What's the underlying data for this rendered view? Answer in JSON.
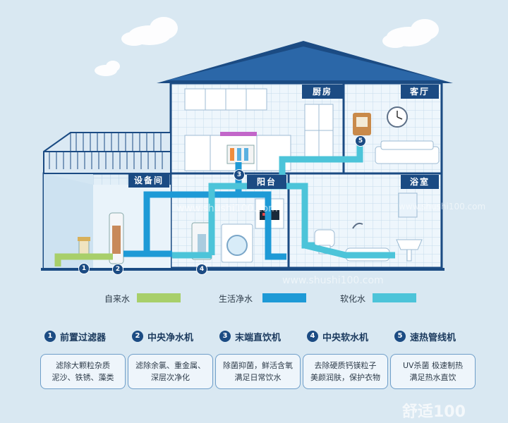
{
  "rooms": {
    "kitchen": "厨房",
    "living_room": "客厅",
    "equipment_room": "设备间",
    "balcony": "阳台",
    "bathroom": "浴室"
  },
  "markers": [
    "1",
    "2",
    "3",
    "4",
    "5"
  ],
  "legend": [
    {
      "label": "自来水",
      "color": "#a8cf6a"
    },
    {
      "label": "生活净水",
      "color": "#1e9ad6"
    },
    {
      "label": "软化水",
      "color": "#4cc4d9"
    }
  ],
  "cards": [
    {
      "num": "1",
      "title": "前置过滤器",
      "lines": [
        "滤除大颗粒杂质",
        "泥沙、铁锈、藻类"
      ]
    },
    {
      "num": "2",
      "title": "中央净水机",
      "lines": [
        "滤除余氯、重金属、",
        "深层次净化"
      ]
    },
    {
      "num": "3",
      "title": "末端直饮机",
      "lines": [
        "除菌抑菌，鲜活含氧",
        "满足日常饮水"
      ]
    },
    {
      "num": "4",
      "title": "中央软水机",
      "lines": [
        "去除硬质钙镁粒子",
        "美颜润肤，保护衣物"
      ]
    },
    {
      "num": "5",
      "title": "速热管线机",
      "lines": [
        "UV杀菌 极速制热",
        "满足热水直饮"
      ]
    }
  ],
  "watermarks": [
    "www.shushi100.com",
    "www.shushi100.com",
    "www.shushi100.com",
    "舒适100"
  ],
  "colors": {
    "background": "#d9e8f2",
    "roof": "#1b4b83",
    "frame": "#1b4b83",
    "tile": "#eaf4fb",
    "tap_water": "#a8cf6a",
    "purified_water": "#1e9ad6",
    "soft_water": "#4cc4d9",
    "label_bg": "#1b4b83"
  }
}
